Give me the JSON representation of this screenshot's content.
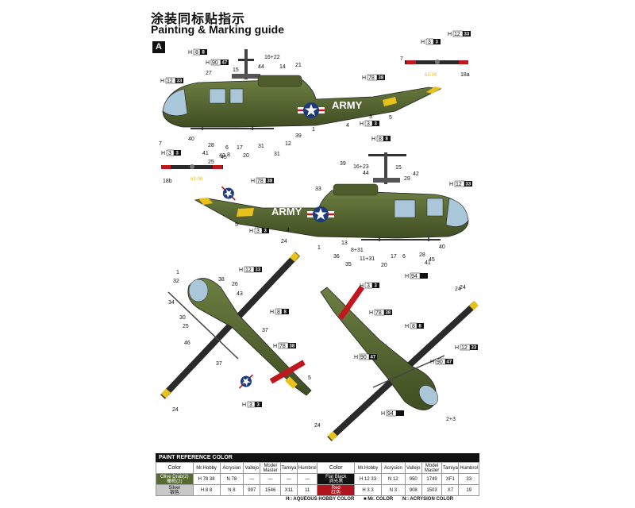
{
  "header": {
    "title_cn": "涂装同标贴指示",
    "title_en": "Painting & Marking guide",
    "section": "A"
  },
  "labels": {
    "army": "ARMY",
    "serial": "63-06"
  },
  "callouts": [
    "16+22",
    "14",
    "21",
    "44",
    "27",
    "15",
    "7",
    "18a",
    "5",
    "4",
    "1",
    "3",
    "39",
    "12",
    "31",
    "31",
    "40",
    "28",
    "6",
    "17",
    "20",
    "41",
    "42",
    "45",
    "25",
    "8",
    "7",
    "18b",
    "16+23",
    "44",
    "39",
    "15",
    "29",
    "42",
    "33",
    "5",
    "4",
    "1",
    "13",
    "36",
    "35",
    "8+31",
    "11+31",
    "20",
    "17",
    "6",
    "28",
    "41",
    "40",
    "45",
    "24",
    "1",
    "32",
    "38",
    "26",
    "43",
    "34",
    "30",
    "25",
    "46",
    "37",
    "37",
    "24",
    "5",
    "2+3",
    "24",
    "24",
    "24"
  ],
  "codes": {
    "h8": "8",
    "h90": "47",
    "h12": "33",
    "h78": "38",
    "h3": "3",
    "h94": ""
  },
  "paint_table": {
    "heading": "PAINT  REFERENCE COLOR",
    "columns": [
      "Color",
      "Mr.Hobby",
      "Acrysion",
      "Vallejo",
      "Model Master",
      "Tamiya",
      "Humbrol"
    ],
    "rows": [
      {
        "color_en": "Olive Drab(2)",
        "color_cn": "橄榄(2)",
        "hobby": "H 78 38",
        "acrysion": "N 78",
        "vallejo": "—",
        "model_master": "—",
        "tamiya": "—",
        "humbrol": "—"
      },
      {
        "color_en": "Silver",
        "color_cn": "银色",
        "hobby": "H 8 8",
        "acrysion": "N 8",
        "vallejo": "997",
        "model_master": "1546",
        "tamiya": "X11",
        "humbrol": "11"
      },
      {
        "color_en": "Flat Black",
        "color_cn": "消光黑",
        "hobby": "H 12 33",
        "acrysion": "N 12",
        "vallejo": "950",
        "model_master": "1749",
        "tamiya": "XF1",
        "humbrol": "33"
      },
      {
        "color_en": "Red",
        "color_cn": "红色",
        "hobby": "H 3 3",
        "acrysion": "N 3",
        "vallejo": "908",
        "model_master": "1503",
        "tamiya": "X7",
        "humbrol": "19"
      }
    ],
    "legend": [
      "H□ AQUEOUS HOBBY COLOR",
      "■ Mr. COLOR",
      "N□ ACRYSION COLOR"
    ]
  },
  "colors": {
    "olive": "#5a6b35",
    "olive_dark": "#3f4d22",
    "yellow": "#e8c21a",
    "red": "#c0161e",
    "black": "#1a1a1a",
    "glass": "#a9c7d8",
    "roundel_blue": "#1d3a7a"
  }
}
